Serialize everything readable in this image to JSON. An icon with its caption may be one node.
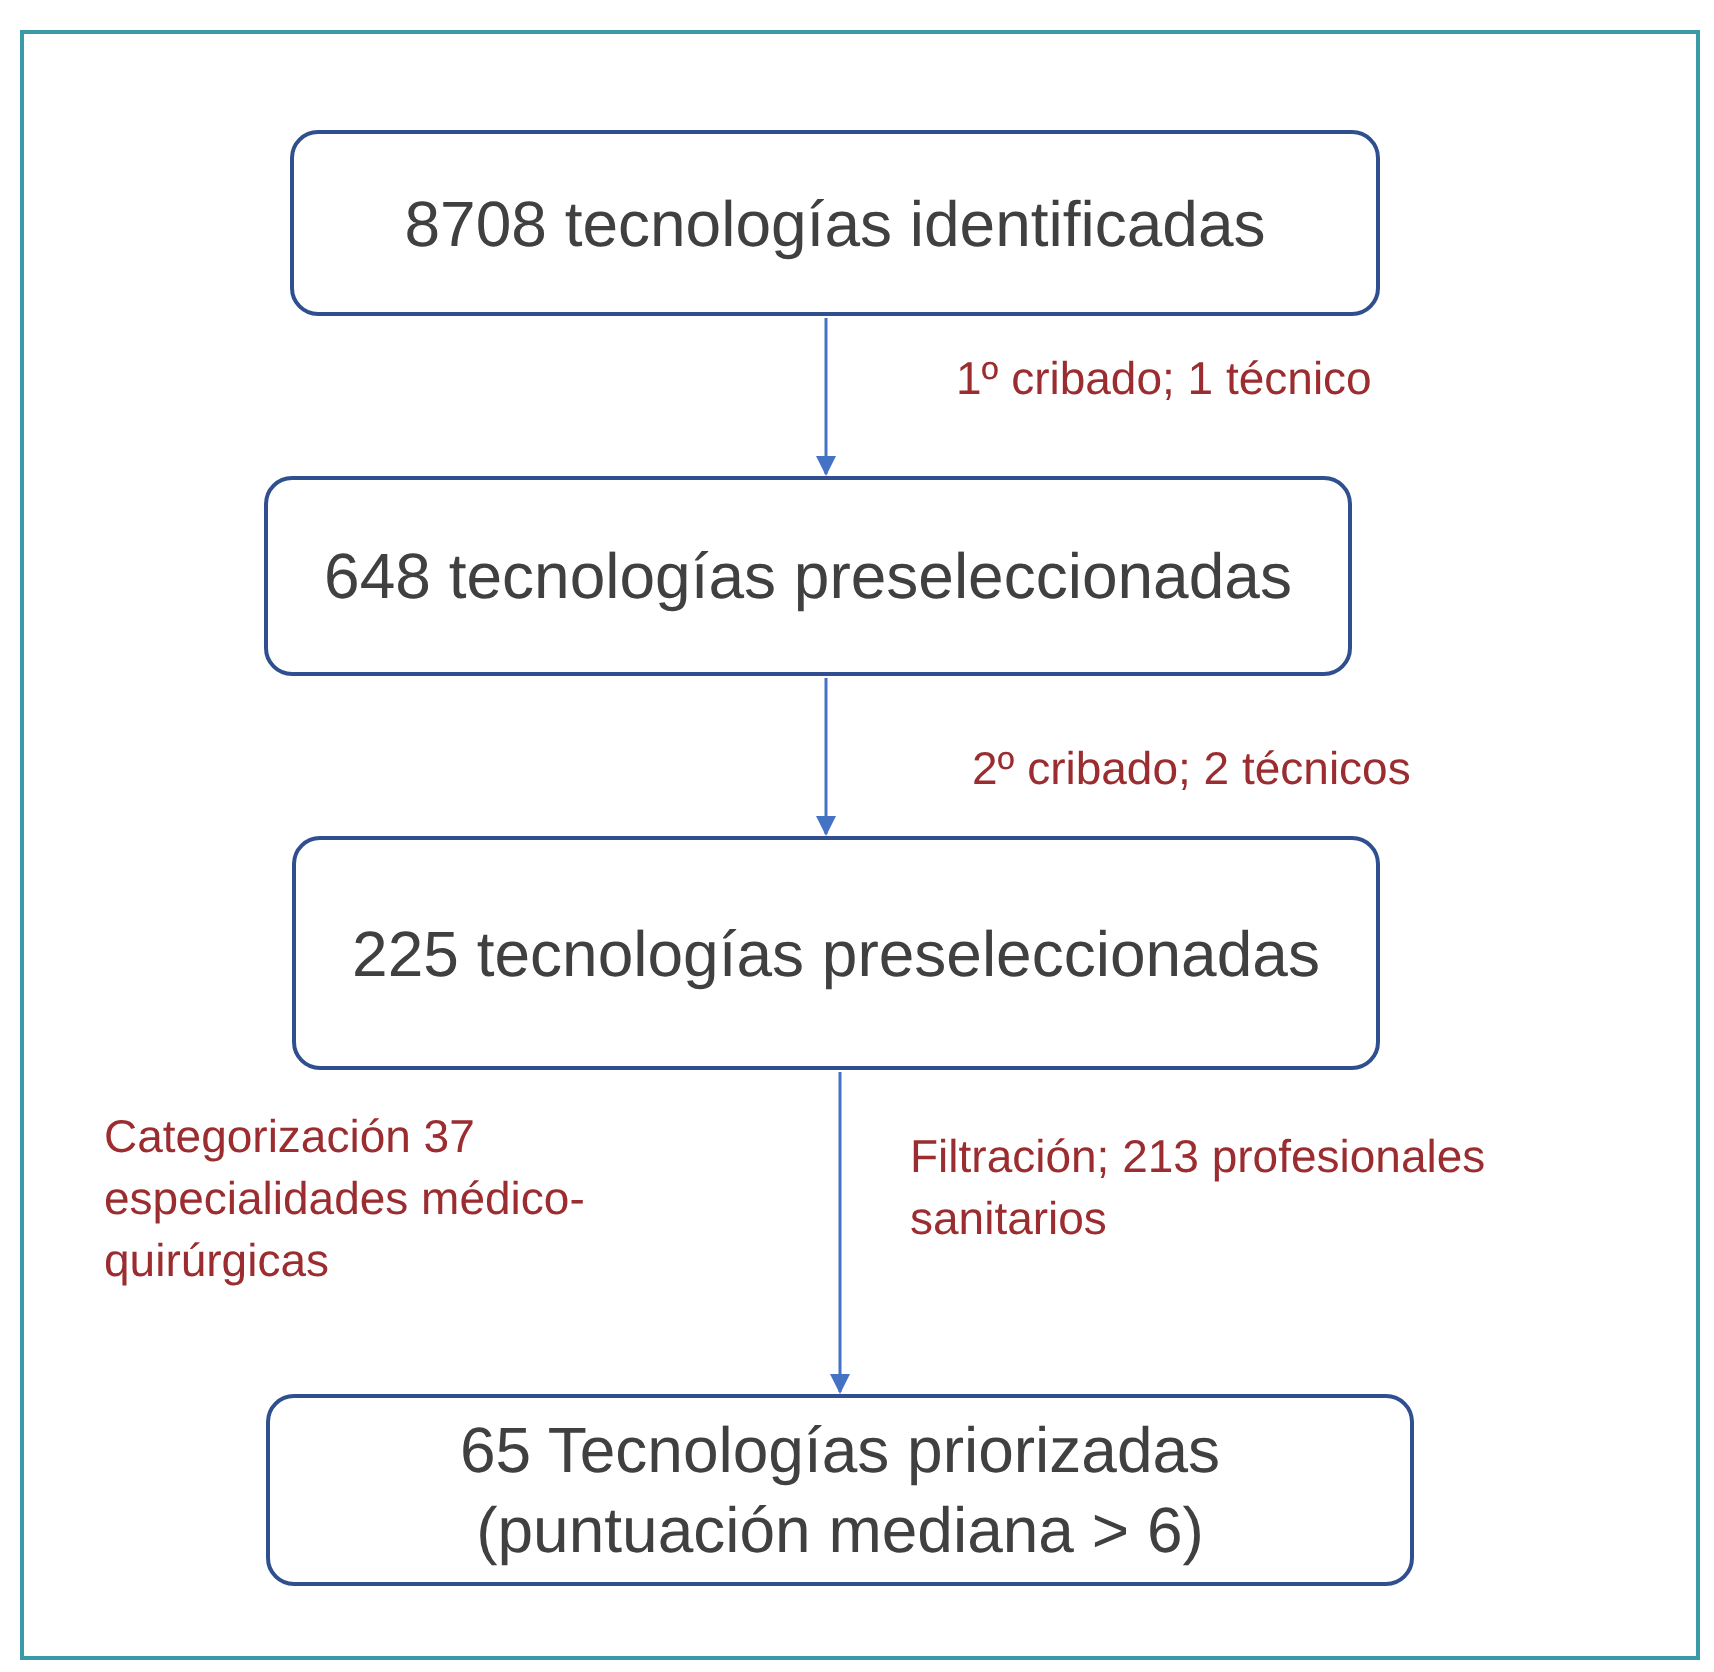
{
  "diagram": {
    "nodes": [
      {
        "text": [
          "8708 tecnologías identificadas"
        ]
      },
      {
        "text": [
          "648 tecnologías preseleccionadas"
        ]
      },
      {
        "text": [
          "225 tecnologías preseleccionadas"
        ]
      },
      {
        "text": [
          "65 Tecnologías priorizadas (puntuación mediana > 6)"
        ]
      }
    ],
    "edges": [
      {
        "from": 0,
        "to": 1,
        "arrow": "to",
        "label": "1º cribado; 1 técnico"
      },
      {
        "from": 1,
        "to": 2,
        "arrow": "to",
        "label": "2º cribado; 2 técnicos"
      },
      {
        "from": 2,
        "to": 3,
        "arrow": "to",
        "label": "Filtración; 213 profesionales sanitarios"
      }
    ],
    "labels": [
      "Categorización 37 especialidades médico-quirúrgicas"
    ]
  }
}
